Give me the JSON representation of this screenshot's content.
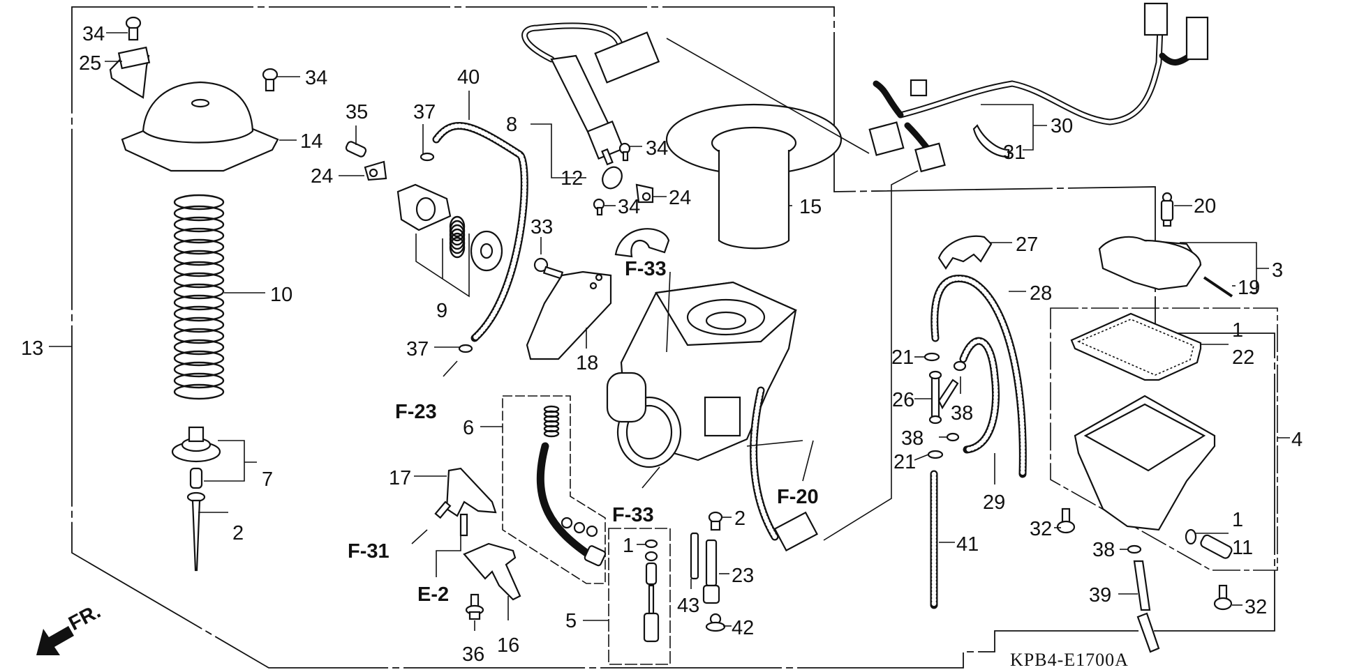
{
  "diagram": {
    "title": "Carburetor exploded parts diagram",
    "code": "KPB4-E1700A",
    "orientation_label": "FR."
  },
  "callouts": [
    {
      "id": "c34a",
      "label": "34",
      "part": "screw"
    },
    {
      "id": "c25",
      "label": "25",
      "part": "cable holder bracket"
    },
    {
      "id": "c34b",
      "label": "34",
      "part": "screw"
    },
    {
      "id": "c14",
      "label": "14",
      "part": "top cover"
    },
    {
      "id": "c10",
      "label": "10",
      "part": "spring"
    },
    {
      "id": "c13",
      "label": "13",
      "part": "diaphragm / piston set"
    },
    {
      "id": "c7",
      "label": "7",
      "part": "needle holder set"
    },
    {
      "id": "c2a",
      "label": "2",
      "part": "jet needle"
    },
    {
      "id": "c35",
      "label": "35",
      "part": "screw"
    },
    {
      "id": "c24a",
      "label": "24",
      "part": "clamp"
    },
    {
      "id": "c37a",
      "label": "37",
      "part": "clip"
    },
    {
      "id": "c40",
      "label": "40",
      "part": "tube"
    },
    {
      "id": "c9",
      "label": "9",
      "part": "air cut-off valve set"
    },
    {
      "id": "c37b",
      "label": "37",
      "part": "clip"
    },
    {
      "id": "c8",
      "label": "8",
      "part": "auto bystarter"
    },
    {
      "id": "c12",
      "label": "12",
      "part": "plate"
    },
    {
      "id": "c34c",
      "label": "34",
      "part": "screw"
    },
    {
      "id": "c24b",
      "label": "24",
      "part": "clamp"
    },
    {
      "id": "c34d",
      "label": "34",
      "part": "screw"
    },
    {
      "id": "c15",
      "label": "15",
      "part": "diaphragm"
    },
    {
      "id": "c33",
      "label": "33",
      "part": "screw"
    },
    {
      "id": "c18",
      "label": "18",
      "part": "cable stay"
    },
    {
      "id": "c6",
      "label": "6",
      "part": "throttle stop screw set"
    },
    {
      "id": "c17",
      "label": "17",
      "part": "holder"
    },
    {
      "id": "c16",
      "label": "16",
      "part": "lever"
    },
    {
      "id": "c36",
      "label": "36",
      "part": "screw"
    },
    {
      "id": "c5",
      "label": "5",
      "part": "needle jet set"
    },
    {
      "id": "c1a",
      "label": "1",
      "part": "o-ring"
    },
    {
      "id": "c2b",
      "label": "2",
      "part": "main jet"
    },
    {
      "id": "c43",
      "label": "43",
      "part": "slow jet"
    },
    {
      "id": "c23",
      "label": "23",
      "part": "needle jet holder"
    },
    {
      "id": "c42",
      "label": "42",
      "part": "plug"
    },
    {
      "id": "c30",
      "label": "30",
      "part": "wire harness"
    },
    {
      "id": "c31",
      "label": "31",
      "part": "band"
    },
    {
      "id": "c20",
      "label": "20",
      "part": "float valve"
    },
    {
      "id": "c27",
      "label": "27",
      "part": "tube holder"
    },
    {
      "id": "c3",
      "label": "3",
      "part": "float set"
    },
    {
      "id": "c19",
      "label": "19",
      "part": "float pin"
    },
    {
      "id": "c28",
      "label": "28",
      "part": "tube"
    },
    {
      "id": "c21a",
      "label": "21",
      "part": "clip"
    },
    {
      "id": "c26",
      "label": "26",
      "part": "joint"
    },
    {
      "id": "c38a",
      "label": "38",
      "part": "clip"
    },
    {
      "id": "c38b",
      "label": "38",
      "part": "clip"
    },
    {
      "id": "c21b",
      "label": "21",
      "part": "clip"
    },
    {
      "id": "c29",
      "label": "29",
      "part": "tube"
    },
    {
      "id": "c41",
      "label": "41",
      "part": "tube"
    },
    {
      "id": "c1b",
      "label": "1",
      "part": "o-ring"
    },
    {
      "id": "c22",
      "label": "22",
      "part": "float chamber gasket"
    },
    {
      "id": "c4",
      "label": "4",
      "part": "float chamber set"
    },
    {
      "id": "c32a",
      "label": "32",
      "part": "screw"
    },
    {
      "id": "c1c",
      "label": "1",
      "part": "o-ring"
    },
    {
      "id": "c11",
      "label": "11",
      "part": "drain screw"
    },
    {
      "id": "c38c",
      "label": "38",
      "part": "clip"
    },
    {
      "id": "c39",
      "label": "39",
      "part": "drain tube"
    },
    {
      "id": "c32b",
      "label": "32",
      "part": "screw"
    }
  ],
  "references": [
    {
      "id": "r_f23",
      "label": "F-23"
    },
    {
      "id": "r_f33a",
      "label": "F-33"
    },
    {
      "id": "r_f33b",
      "label": "F-33"
    },
    {
      "id": "r_f20",
      "label": "F-20"
    },
    {
      "id": "r_f31",
      "label": "F-31"
    },
    {
      "id": "r_e2",
      "label": "E-2"
    }
  ]
}
